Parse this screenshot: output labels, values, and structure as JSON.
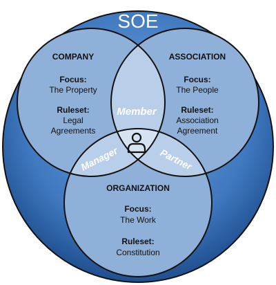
{
  "title": "SOE",
  "colors": {
    "outer_light": "#5b94d4",
    "outer_dark": "#1f4f8f",
    "circle_fill": "#9ab8dc",
    "overlap_fill": "#c3d6ec",
    "center_fill": "#d9e5f3",
    "stroke": "#111111"
  },
  "circles": {
    "company": {
      "name": "COMPANY",
      "focus_label": "Focus:",
      "focus_value": "The Property",
      "ruleset_label": "Ruleset:",
      "ruleset_value_line1": "Legal",
      "ruleset_value_line2": "Agreements"
    },
    "association": {
      "name": "ASSOCIATION",
      "focus_label": "Focus:",
      "focus_value": "The People",
      "ruleset_label": "Ruleset:",
      "ruleset_value_line1": "Association",
      "ruleset_value_line2": "Agreement"
    },
    "organization": {
      "name": "ORGANIZATION",
      "focus_label": "Focus:",
      "focus_value": "The Work",
      "ruleset_label": "Ruleset:",
      "ruleset_value_line1": "Constitution"
    }
  },
  "overlaps": {
    "company_association": "Member",
    "company_organization": "Manager",
    "association_organization": "Partner"
  },
  "center_icon": "person-icon"
}
